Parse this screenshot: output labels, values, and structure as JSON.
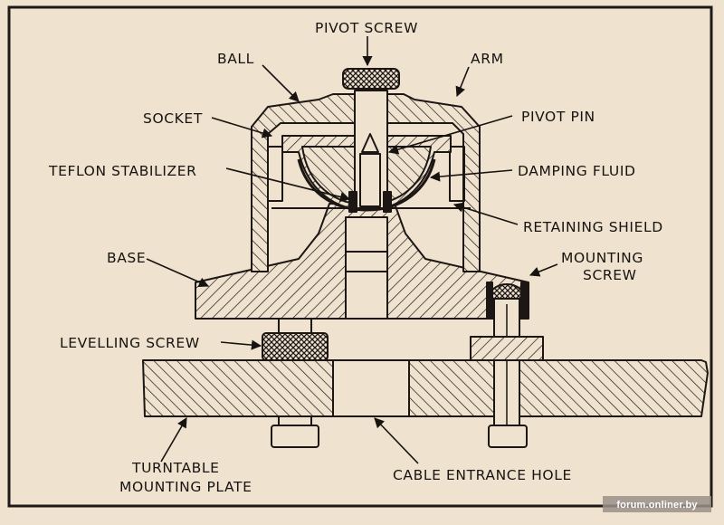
{
  "labels": {
    "pivot_screw": "PIVOT SCREW",
    "ball": "BALL",
    "arm": "ARM",
    "socket": "SOCKET",
    "pivot_pin": "PIVOT PIN",
    "teflon_stabilizer": "TEFLON  STABILIZER",
    "damping_fluid": "DAMPING FLUID",
    "retaining_shield": "RETAINING SHIELD",
    "base": "BASE",
    "mounting_screw_1": "MOUNTING",
    "mounting_screw_2": "SCREW",
    "levelling_screw": "LEVELLING SCREW",
    "turntable_plate_1": "TURNTABLE",
    "turntable_plate_2": "MOUNTING PLATE",
    "cable_entrance_hole": "CABLE ENTRANCE HOLE"
  },
  "watermark": "forum.onliner.by",
  "colors": {
    "paper": "#efe2cf",
    "ink": "#171310",
    "border": "#1e1a17"
  }
}
